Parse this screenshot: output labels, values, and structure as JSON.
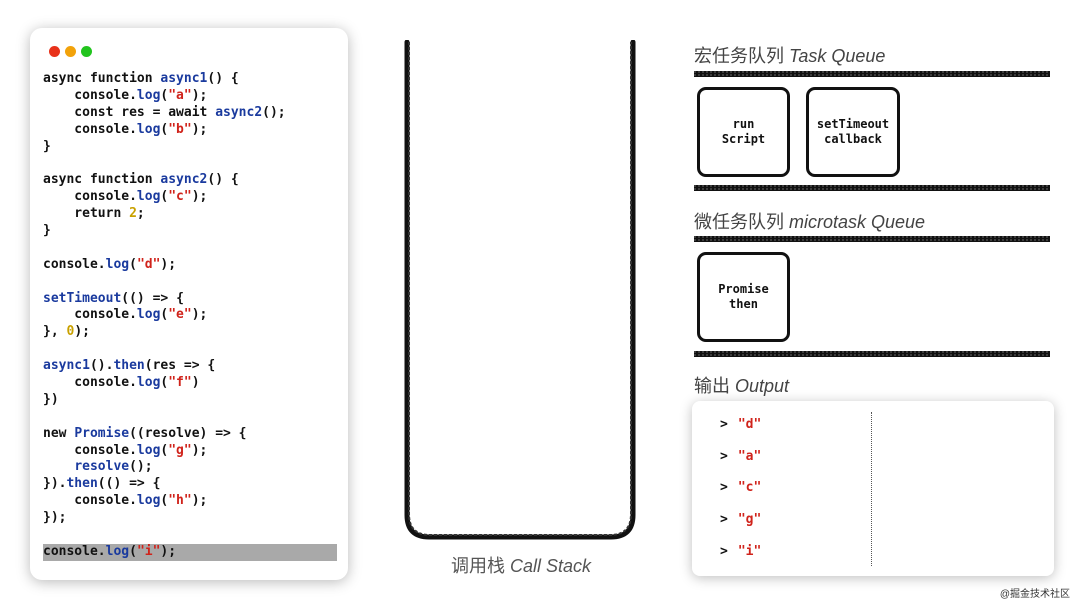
{
  "editor": {
    "traffic_lights": [
      "#e8311a",
      "#f2a20a",
      "#22c41e"
    ],
    "lines": [
      [
        [
          "t",
          "async function "
        ],
        [
          "f",
          "async1"
        ],
        [
          "t",
          "() {"
        ]
      ],
      [
        [
          "t",
          "    console."
        ],
        [
          "f",
          "log"
        ],
        [
          "t",
          "("
        ],
        [
          "s",
          "\"a\""
        ],
        [
          "t",
          ");"
        ]
      ],
      [
        [
          "t",
          "    const res = await "
        ],
        [
          "f",
          "async2"
        ],
        [
          "t",
          "();"
        ]
      ],
      [
        [
          "t",
          "    console."
        ],
        [
          "f",
          "log"
        ],
        [
          "t",
          "("
        ],
        [
          "s",
          "\"b\""
        ],
        [
          "t",
          ");"
        ]
      ],
      [
        [
          "t",
          "}"
        ]
      ],
      [],
      [
        [
          "t",
          "async function "
        ],
        [
          "f",
          "async2"
        ],
        [
          "t",
          "() {"
        ]
      ],
      [
        [
          "t",
          "    console."
        ],
        [
          "f",
          "log"
        ],
        [
          "t",
          "("
        ],
        [
          "s",
          "\"c\""
        ],
        [
          "t",
          ");"
        ]
      ],
      [
        [
          "t",
          "    return "
        ],
        [
          "n",
          "2"
        ],
        [
          "t",
          ";"
        ]
      ],
      [
        [
          "t",
          "}"
        ]
      ],
      [],
      [
        [
          "t",
          "console."
        ],
        [
          "f",
          "log"
        ],
        [
          "t",
          "("
        ],
        [
          "s",
          "\"d\""
        ],
        [
          "t",
          ");"
        ]
      ],
      [],
      [
        [
          "f",
          "setTimeout"
        ],
        [
          "t",
          "(() => {"
        ]
      ],
      [
        [
          "t",
          "    console."
        ],
        [
          "f",
          "log"
        ],
        [
          "t",
          "("
        ],
        [
          "s",
          "\"e\""
        ],
        [
          "t",
          ");"
        ]
      ],
      [
        [
          "t",
          "}, "
        ],
        [
          "n",
          "0"
        ],
        [
          "t",
          ");"
        ]
      ],
      [],
      [
        [
          "f",
          "async1"
        ],
        [
          "t",
          "()."
        ],
        [
          "f",
          "then"
        ],
        [
          "t",
          "(res => {"
        ]
      ],
      [
        [
          "t",
          "    console."
        ],
        [
          "f",
          "log"
        ],
        [
          "t",
          "("
        ],
        [
          "s",
          "\"f\""
        ],
        [
          "t",
          ")"
        ]
      ],
      [
        [
          "t",
          "})"
        ]
      ],
      [],
      [
        [
          "t",
          "new "
        ],
        [
          "f",
          "Promise"
        ],
        [
          "t",
          "((resolve) => {"
        ]
      ],
      [
        [
          "t",
          "    console."
        ],
        [
          "f",
          "log"
        ],
        [
          "t",
          "("
        ],
        [
          "s",
          "\"g\""
        ],
        [
          "t",
          ");"
        ]
      ],
      [
        [
          "t",
          "    "
        ],
        [
          "f",
          "resolve"
        ],
        [
          "t",
          "();"
        ]
      ],
      [
        [
          "t",
          "})."
        ],
        [
          "f",
          "then"
        ],
        [
          "t",
          "(() => {"
        ]
      ],
      [
        [
          "t",
          "    console."
        ],
        [
          "f",
          "log"
        ],
        [
          "t",
          "("
        ],
        [
          "s",
          "\"h\""
        ],
        [
          "t",
          ");"
        ]
      ],
      [
        [
          "t",
          "});"
        ]
      ],
      [],
      [
        [
          "t",
          "console."
        ],
        [
          "f",
          "log"
        ],
        [
          "t",
          "("
        ],
        [
          "s",
          "\"i\""
        ],
        [
          "t",
          ");"
        ]
      ]
    ],
    "highlighted_line": 28
  },
  "call_stack": {
    "label_cn": "调用栈 ",
    "label_en": "Call Stack"
  },
  "task_queue": {
    "title_cn": "宏任务队列 ",
    "title_en": "Task Queue",
    "items": [
      {
        "line1": "run",
        "line2": "Script"
      },
      {
        "line1": "setTimeout",
        "line2": "callback"
      }
    ]
  },
  "microtask_queue": {
    "title_cn": "微任务队列 ",
    "title_en": "microtask Queue",
    "items": [
      {
        "line1": "Promise",
        "line2": "then"
      }
    ]
  },
  "output": {
    "title_cn": "输出 ",
    "title_en": "Output",
    "prompt": ">",
    "items": [
      "\"d\"",
      "\"a\"",
      "\"c\"",
      "\"g\"",
      "\"i\""
    ]
  },
  "watermark": "@掘金技术社区"
}
